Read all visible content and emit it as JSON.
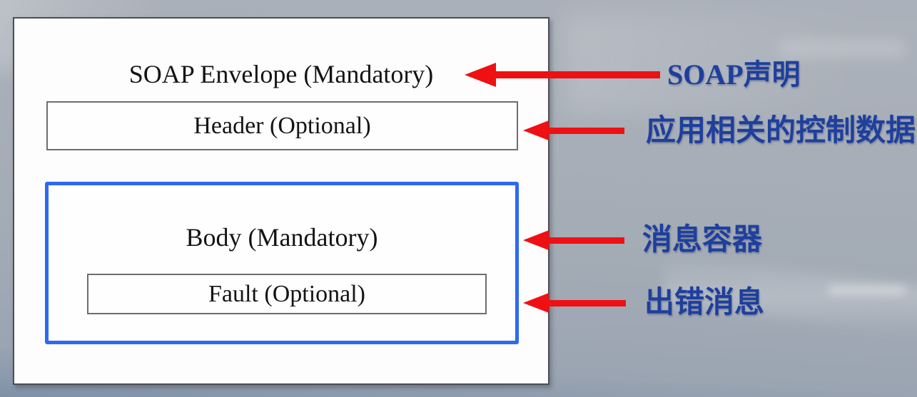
{
  "diagram": {
    "envelope": {
      "title": "SOAP Envelope (Mandatory)"
    },
    "header": {
      "title": "Header (Optional)"
    },
    "body": {
      "title": "Body (Mandatory)"
    },
    "fault": {
      "title": "Fault (Optional)"
    }
  },
  "annotations": [
    {
      "target": "soap-envelope",
      "text": "SOAP声明"
    },
    {
      "target": "header",
      "text": "应用相关的控制数据"
    },
    {
      "target": "body",
      "text": "消息容器"
    },
    {
      "target": "fault",
      "text": "出错消息"
    }
  ],
  "colors": {
    "background": "#a6adb6",
    "box_fill": "#fdfdfd",
    "outer_border": "#4c4f52",
    "inner_border": "#6b6e71",
    "body_border_blue": "#2d6af0",
    "arrow_red": "#ee1013",
    "annotation_blue": "#1e3f9e",
    "diagram_text": "#141414"
  }
}
